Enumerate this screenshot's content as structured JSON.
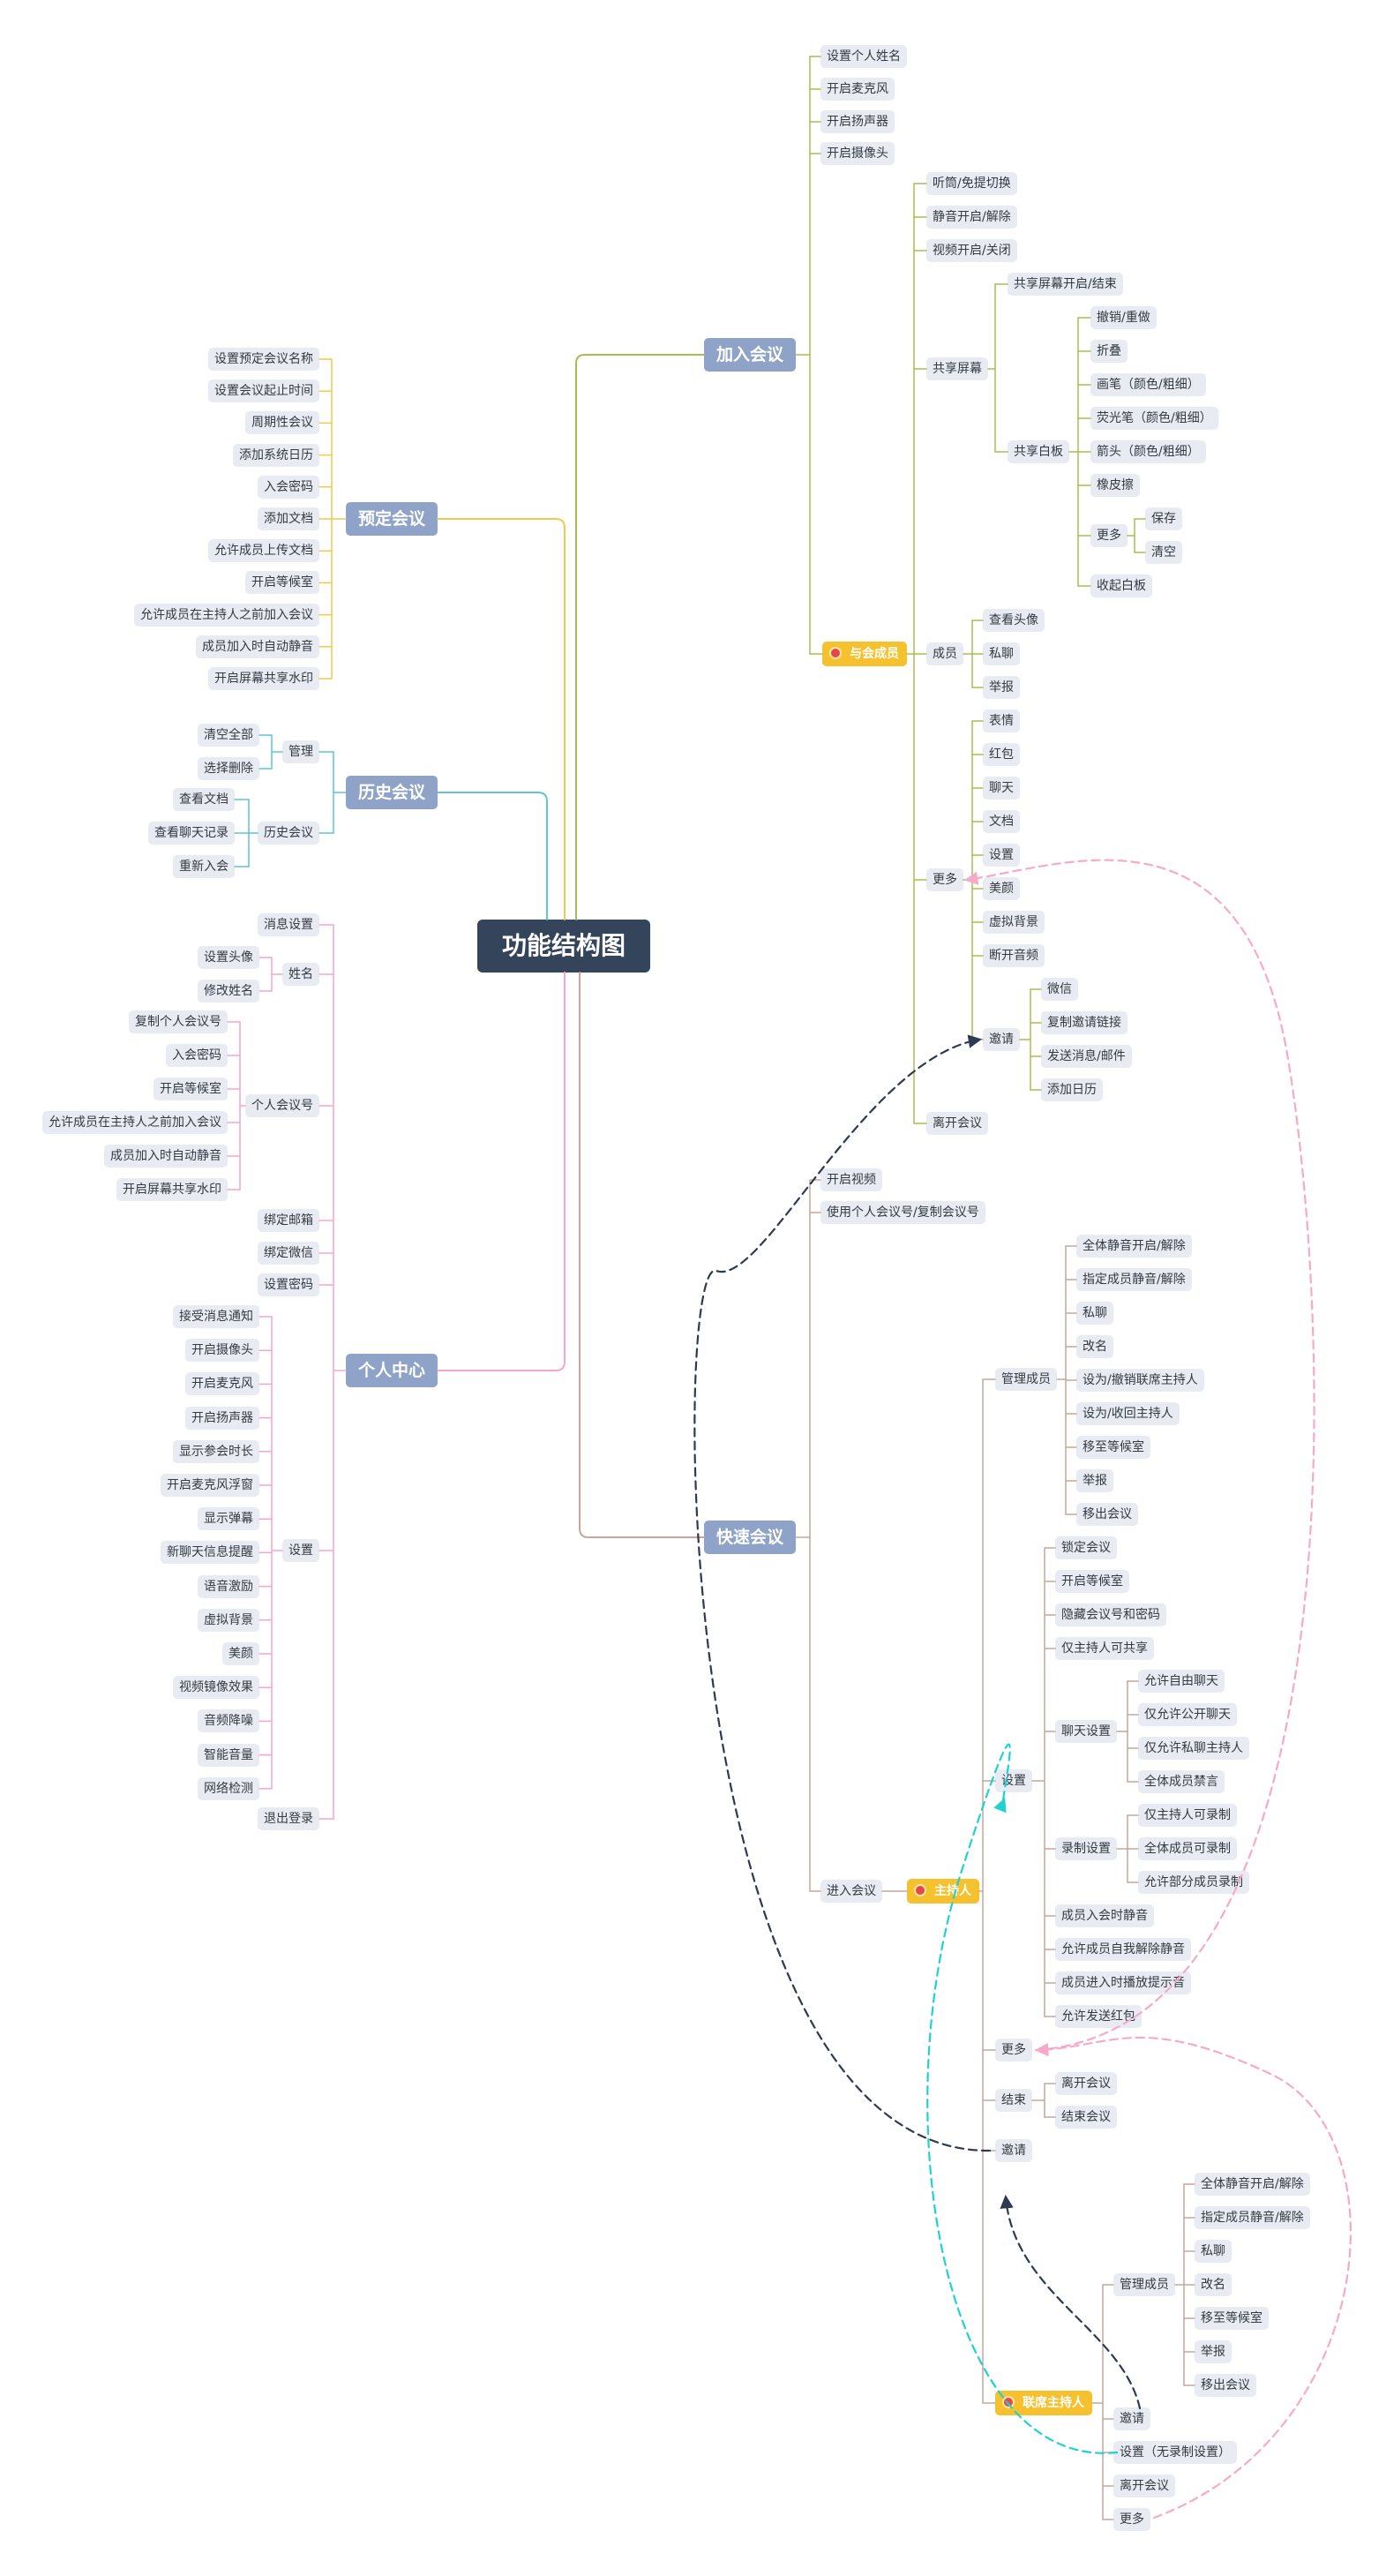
{
  "title": "功能结构图",
  "colors": {
    "root_bg": "#34445a",
    "branch_bg": "#8ea3c7",
    "leaf_bg": "#e8ebf2",
    "tag_bg": "#f5c12e",
    "tag_dot": "#e54848",
    "line_join": "#a7bd52",
    "line_schedule": "#f0c94f",
    "line_history": "#5fc4dc",
    "line_personal": "#f6a5cf",
    "line_quick": "#c6a89a",
    "arrow_navy": "#2e3a52",
    "arrow_pink": "#f6a9c9",
    "arrow_cyan": "#1fd2cf"
  },
  "branches": {
    "schedule": {
      "label": "预定会议",
      "items": [
        "设置预定会议名称",
        "设置会议起止时间",
        "周期性会议",
        "添加系统日历",
        "入会密码",
        "添加文档",
        "允许成员上传文档",
        "开启等候室",
        "允许成员在主持人之前加入会议",
        "成员加入时自动静音",
        "开启屏幕共享水印"
      ]
    },
    "history": {
      "label": "历史会议",
      "manage": {
        "label": "管理",
        "items": [
          "清空全部",
          "选择删除"
        ]
      },
      "record": {
        "label": "历史会议",
        "items": [
          "查看文档",
          "查看聊天记录",
          "重新入会"
        ]
      }
    },
    "personal": {
      "label": "个人中心",
      "msg": "消息设置",
      "name": {
        "label": "姓名",
        "items": [
          "设置头像",
          "修改姓名"
        ]
      },
      "meeting_no": {
        "label": "个人会议号",
        "items": [
          "复制个人会议号",
          "入会密码",
          "开启等候室",
          "允许成员在主持人之前加入会议",
          "成员加入时自动静音",
          "开启屏幕共享水印"
        ]
      },
      "bind_mail": "绑定邮箱",
      "bind_wechat": "绑定微信",
      "set_pwd": "设置密码",
      "settings": {
        "label": "设置",
        "items": [
          "接受消息通知",
          "开启摄像头",
          "开启麦克风",
          "开启扬声器",
          "显示参会时长",
          "开启麦克风浮窗",
          "显示弹幕",
          "新聊天信息提醒",
          "语音激励",
          "虚拟背景",
          "美颜",
          "视频镜像效果",
          "音频降噪",
          "智能音量",
          "网络检测"
        ]
      },
      "logout": "退出登录"
    },
    "join": {
      "label": "加入会议",
      "pre": [
        "设置个人姓名",
        "开启麦克风",
        "开启扬声器",
        "开启摄像头"
      ],
      "participant": {
        "label": "与会成员",
        "top": [
          "听筒/免提切换",
          "静音开启/解除",
          "视频开启/关闭"
        ],
        "share": {
          "label": "共享屏幕",
          "start": "共享屏幕开启/结束",
          "whiteboard": {
            "label": "共享白板",
            "items": [
              "撤销/重做",
              "折叠",
              "画笔（颜色/粗细）",
              "荧光笔（颜色/粗细）",
              "箭头（颜色/粗细）",
              "橡皮擦"
            ],
            "more": {
              "label": "更多",
              "items": [
                "保存",
                "清空"
              ]
            },
            "collapse": "收起白板"
          }
        },
        "members": {
          "label": "成员",
          "items": [
            "查看头像",
            "私聊",
            "举报"
          ]
        },
        "more": {
          "label": "更多",
          "items": [
            "表情",
            "红包",
            "聊天",
            "文档",
            "设置",
            "美颜",
            "虚拟背景",
            "断开音频"
          ],
          "invite": {
            "label": "邀请",
            "items": [
              "微信",
              "复制邀请链接",
              "发送消息/邮件",
              "添加日历"
            ]
          }
        },
        "leave": "离开会议"
      }
    },
    "quick": {
      "label": "快速会议",
      "pre": [
        "开启视频",
        "使用个人会议号/复制会议号"
      ],
      "enter": "进入会议",
      "host": {
        "label": "主持人",
        "manage": {
          "label": "管理成员",
          "items": [
            "全体静音开启/解除",
            "指定成员静音/解除",
            "私聊",
            "改名",
            "设为/撤销联席主持人",
            "设为/收回主持人",
            "移至等候室",
            "举报",
            "移出会议"
          ]
        },
        "settings": {
          "label": "设置",
          "top": [
            "锁定会议",
            "开启等候室",
            "隐藏会议号和密码",
            "仅主持人可共享"
          ],
          "chat": {
            "label": "聊天设置",
            "items": [
              "允许自由聊天",
              "仅允许公开聊天",
              "仅允许私聊主持人",
              "全体成员禁言"
            ]
          },
          "record": {
            "label": "录制设置",
            "items": [
              "仅主持人可录制",
              "全体成员可录制",
              "允许部分成员录制"
            ]
          },
          "bottom": [
            "成员入会时静音",
            "允许成员自我解除静音",
            "成员进入时播放提示音",
            "允许发送红包"
          ]
        },
        "more": "更多",
        "end": {
          "label": "结束",
          "items": [
            "离开会议",
            "结束会议"
          ]
        },
        "invite": "邀请"
      },
      "cohost": {
        "label": "联席主持人",
        "manage": {
          "label": "管理成员",
          "items": [
            "全体静音开启/解除",
            "指定成员静音/解除",
            "私聊",
            "改名",
            "移至等候室",
            "举报",
            "移出会议"
          ]
        },
        "invite": "邀请",
        "settings": "设置（无录制设置）",
        "leave": "离开会议",
        "more": "更多"
      }
    }
  }
}
